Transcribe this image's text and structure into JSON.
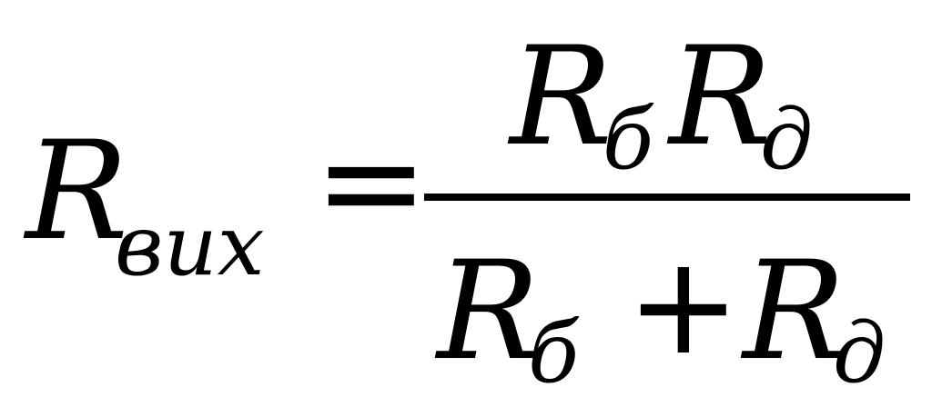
{
  "lhs": {
    "symbol": "R",
    "subscript": "вих"
  },
  "equals": "=",
  "numerator": {
    "term1": {
      "symbol": "R",
      "subscript": "б"
    },
    "term2": {
      "symbol": "R",
      "subscript": "д"
    }
  },
  "denominator": {
    "term1": {
      "symbol": "R",
      "subscript": "б"
    },
    "operator": "+",
    "term2": {
      "symbol": "R",
      "subscript": "д"
    }
  }
}
